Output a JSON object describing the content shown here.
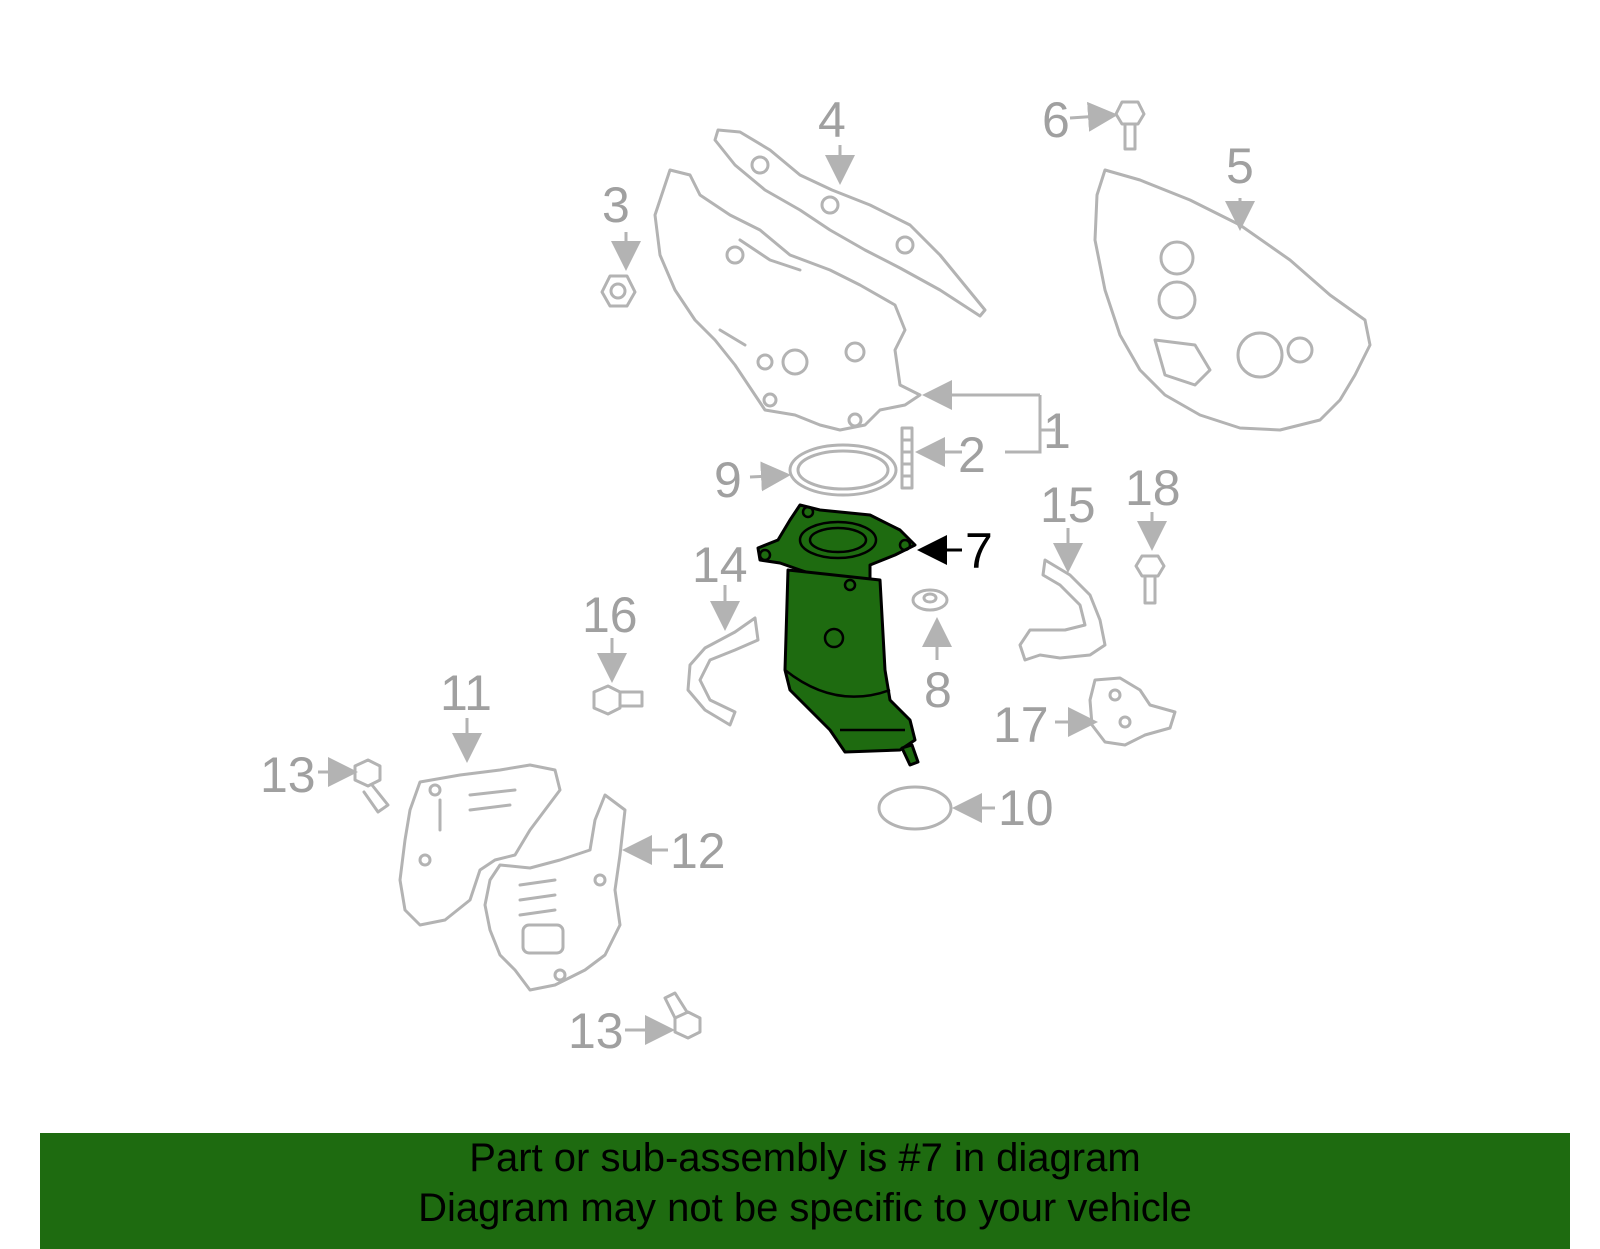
{
  "callouts": {
    "c1": "1",
    "c2": "2",
    "c3": "3",
    "c4": "4",
    "c5": "5",
    "c6": "6",
    "c7": "7",
    "c8": "8",
    "c9": "9",
    "c10": "10",
    "c11": "11",
    "c12": "12",
    "c13a": "13",
    "c13b": "13",
    "c14": "14",
    "c15": "15",
    "c16": "16",
    "c17": "17",
    "c18": "18"
  },
  "highlighted_part": "7",
  "colors": {
    "highlight": "#1e6b10",
    "part_outline": "#b3b3b3",
    "callout_text": "#a0a0a0"
  },
  "banner": {
    "line1": "Part or sub-assembly is #7 in diagram",
    "line2": "Diagram may not be specific to your vehicle"
  }
}
